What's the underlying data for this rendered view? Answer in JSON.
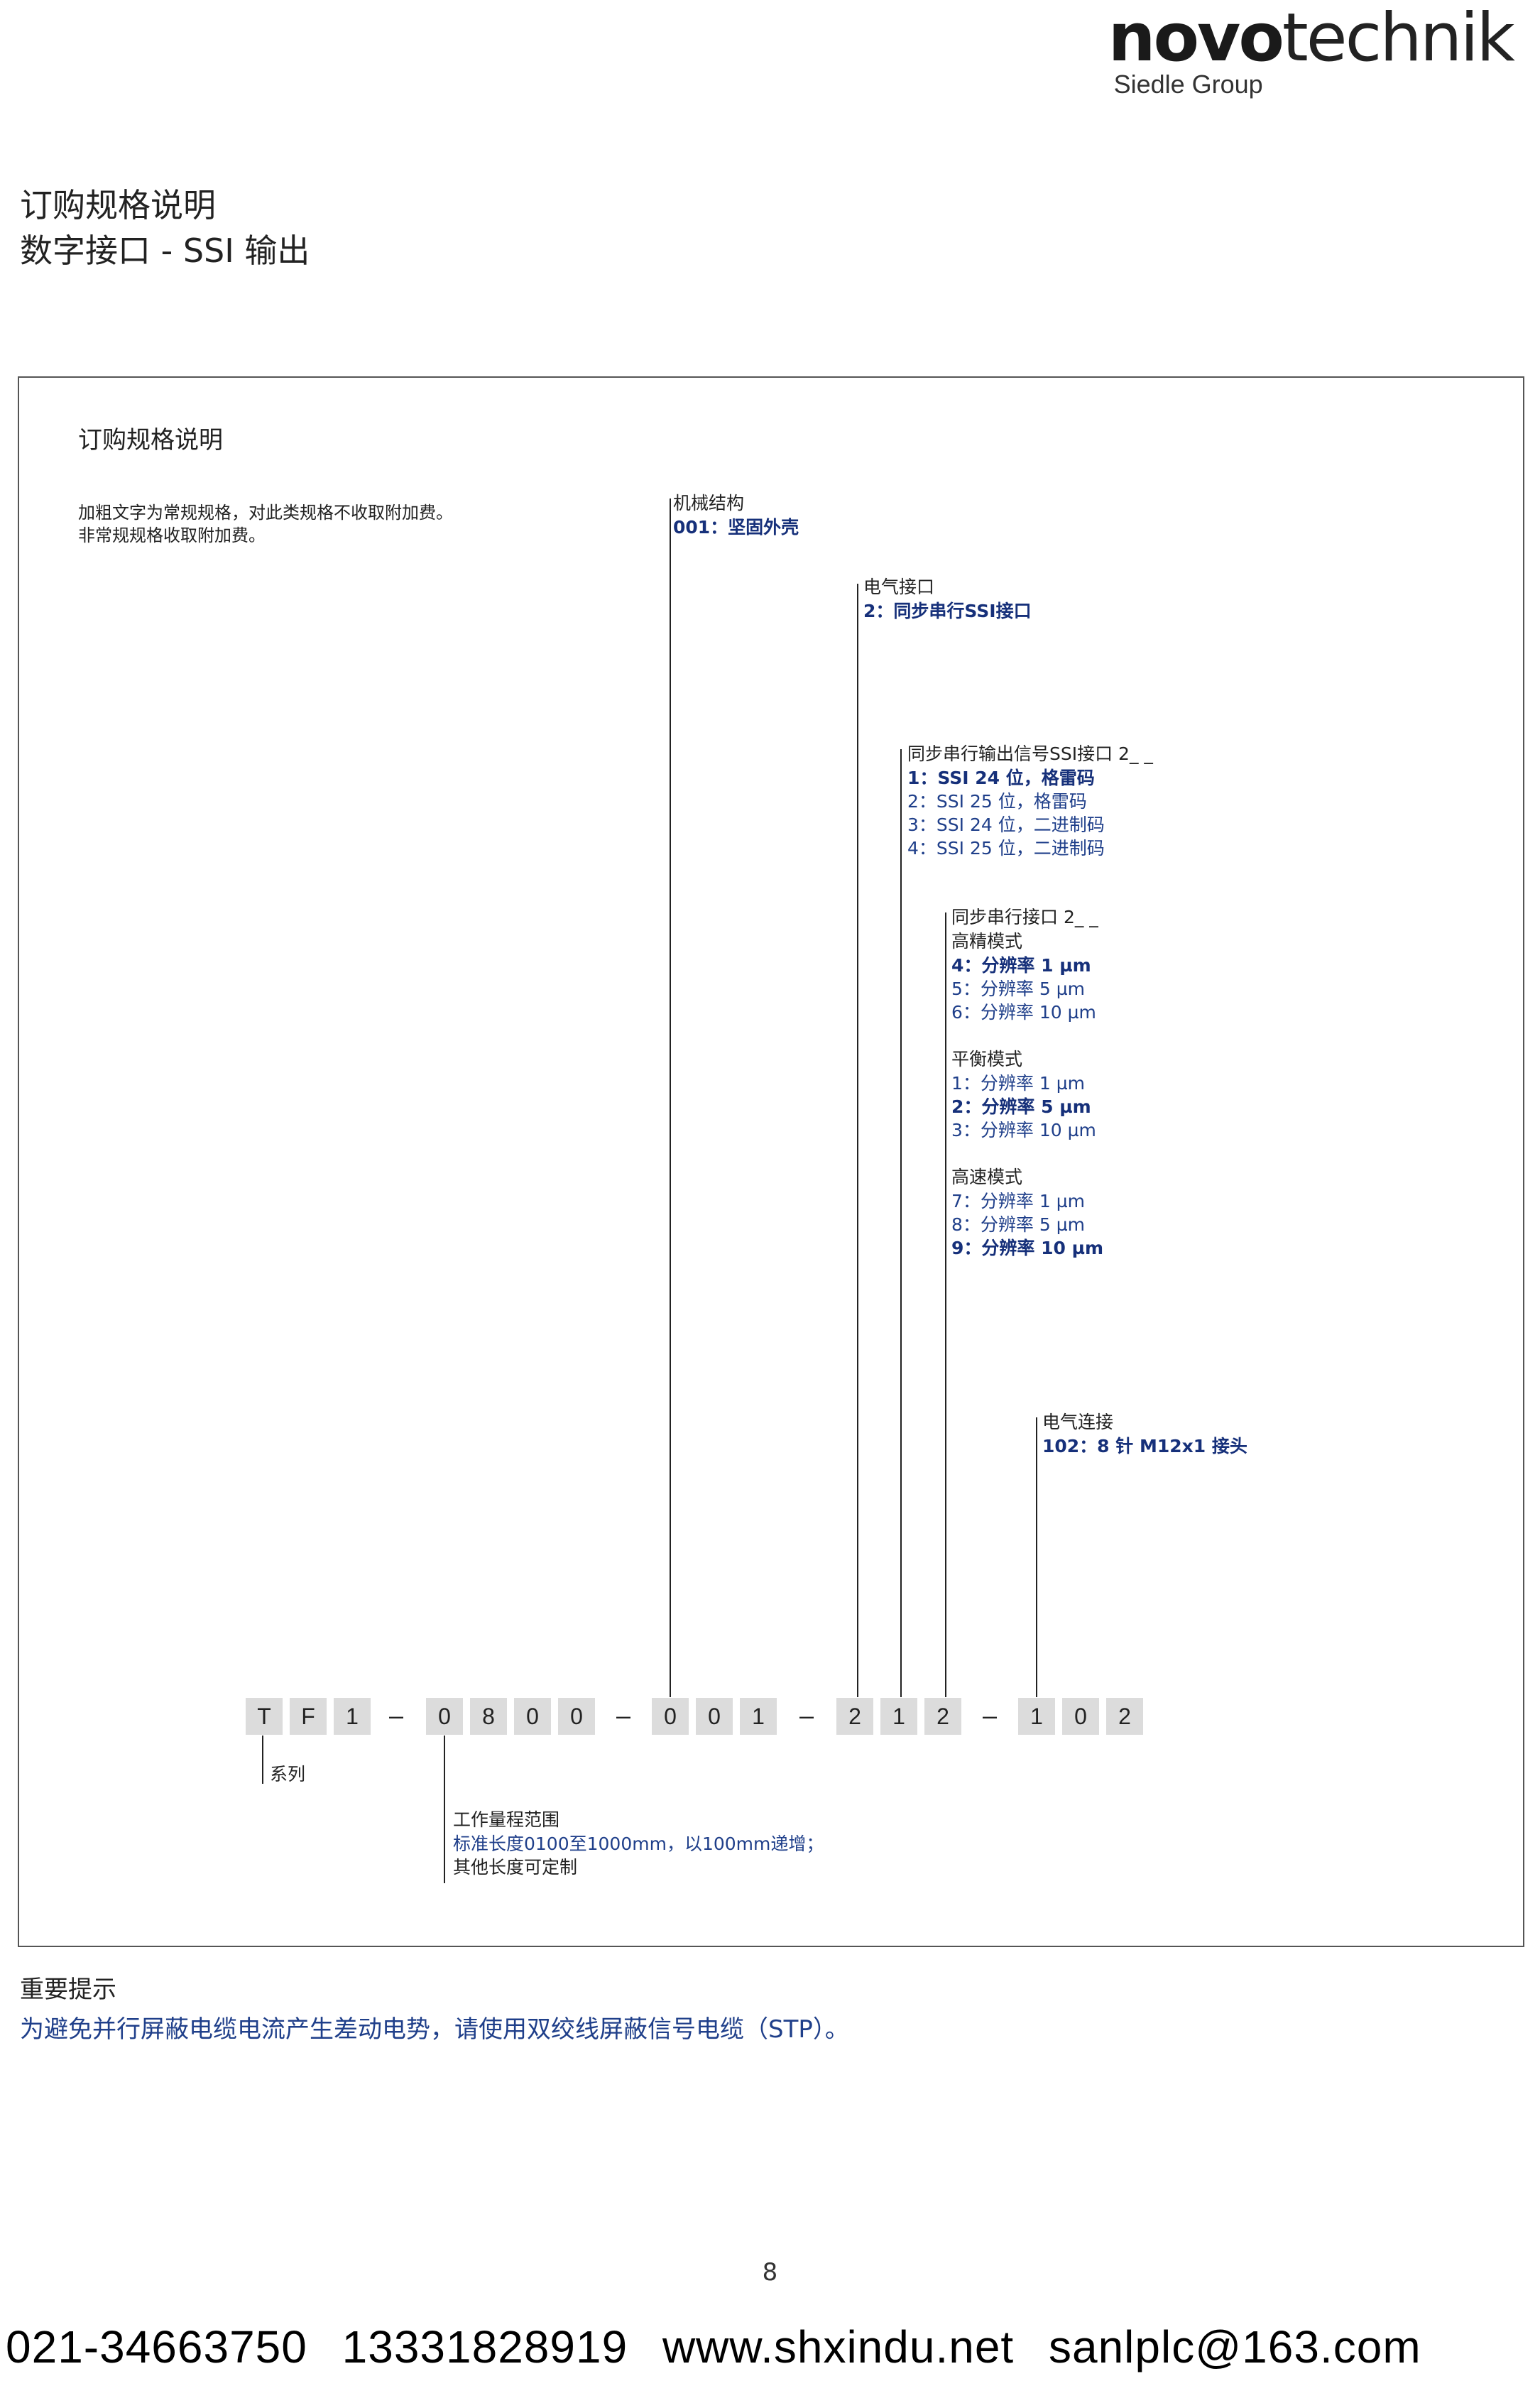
{
  "logo": {
    "bold": "novo",
    "light": "technik",
    "sub": "Siedle Group"
  },
  "page_title": {
    "line1": "订购规格说明",
    "line2": "数字接口 - SSI 输出"
  },
  "box": {
    "heading": "订购规格说明",
    "note_line1": "加粗文字为常规规格，对此类规格不收取附加费。",
    "note_line2": "非常规规格收取附加费。",
    "mechanical": {
      "label": "机械结构",
      "options": [
        "001：坚固外壳"
      ]
    },
    "electrical_interface": {
      "label": "电气接口",
      "options": [
        "2：同步串行SSI接口"
      ]
    },
    "ssi_signal": {
      "label": "同步串行输出信号SSI接口 2_ _",
      "options": [
        "1：SSI 24 位，格雷码",
        "2：SSI 25 位，格雷码",
        "3：SSI 24 位，二进制码",
        "4：SSI 25 位，二进制码"
      ]
    },
    "ssi_interface": {
      "label": "同步串行接口 2_ _",
      "groups": [
        {
          "name": "高精模式",
          "options": [
            "4：分辨率 1 µm",
            "5：分辨率 5 µm",
            "6：分辨率 10 µm"
          ]
        },
        {
          "name": "平衡模式",
          "options": [
            "1：分辨率 1 µm",
            "2：分辨率 5 µm",
            "3：分辨率 10 µm"
          ]
        },
        {
          "name": "高速模式",
          "options": [
            "7：分辨率 1 µm",
            "8：分辨率 5 µm",
            "9：分辨率 10 µm"
          ]
        }
      ]
    },
    "electrical_connection": {
      "label": "电气连接",
      "options": [
        "102：8 针 M12x1 接头"
      ]
    },
    "code": [
      "T",
      "F",
      "1",
      "–",
      "0",
      "8",
      "0",
      "0",
      "–",
      "0",
      "0",
      "1",
      "–",
      "2",
      "1",
      "2",
      "–",
      "1",
      "0",
      "2"
    ],
    "series": {
      "label": "系列"
    },
    "range": {
      "label": "工作量程范围",
      "line1": "标准长度0100至1000mm，以100mm递增；",
      "line2": "其他长度可定制"
    }
  },
  "important": {
    "heading": "重要提示",
    "text": "为避免并行屏蔽电缆电流产生差动电势，请使用双绞线屏蔽信号电缆（STP）。"
  },
  "page_number": "8",
  "footer": {
    "text": "021-34663750 13331828919 www.shxindu.net sanlplc@163.com"
  },
  "colors": {
    "accent_blue": "#1f3f8a",
    "cell_gray": "#dcdcdc",
    "frame": "#555555"
  }
}
